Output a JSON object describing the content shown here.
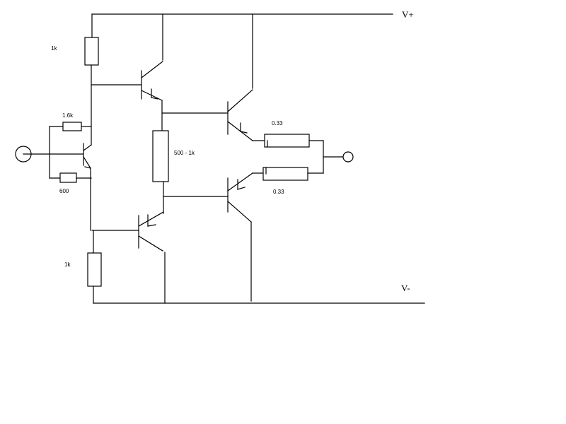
{
  "labels": {
    "vplus": "V+",
    "vminus": "V-",
    "r_top": "1k",
    "r_bottom": "1k",
    "r_input_top": "1.6k",
    "r_input_bottom": "600",
    "r_bias": "500 - 1k",
    "r_emitter_top": "0.33",
    "r_emitter_bottom": "0.33"
  }
}
